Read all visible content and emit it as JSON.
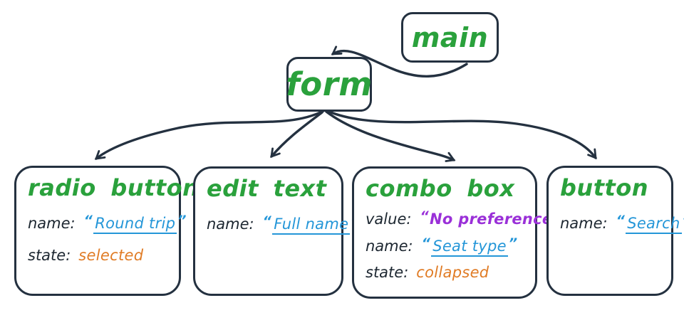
{
  "colors": {
    "stroke": "#243140",
    "ink": "#1c2630",
    "green": "#2aa13c",
    "blue": "#2496d8",
    "orange": "#e07b24",
    "purple": "#9a30d8"
  },
  "quotes": {
    "open": "“",
    "close": "”"
  },
  "nodes": {
    "main": {
      "title": "main"
    },
    "form": {
      "title": "form"
    },
    "radio_button": {
      "title": "radio button",
      "props": [
        {
          "label": "name:",
          "value": "Round trip"
        },
        {
          "label": "state:",
          "value": "selected"
        }
      ]
    },
    "edit_text": {
      "title": "edit text",
      "props": [
        {
          "label": "name:",
          "value": "Full name"
        }
      ]
    },
    "combo_box": {
      "title": "combo box",
      "props": [
        {
          "label": "value:",
          "value": "No preference"
        },
        {
          "label": "name:",
          "value": "Seat type"
        },
        {
          "label": "state:",
          "value": "collapsed"
        }
      ]
    },
    "button": {
      "title": "button",
      "props": [
        {
          "label": "name:",
          "value": "Search"
        }
      ]
    }
  },
  "edges": [
    {
      "from": "main",
      "to": "form"
    },
    {
      "from": "form",
      "to": "radio_button"
    },
    {
      "from": "form",
      "to": "edit_text"
    },
    {
      "from": "form",
      "to": "combo_box"
    },
    {
      "from": "form",
      "to": "button"
    }
  ]
}
